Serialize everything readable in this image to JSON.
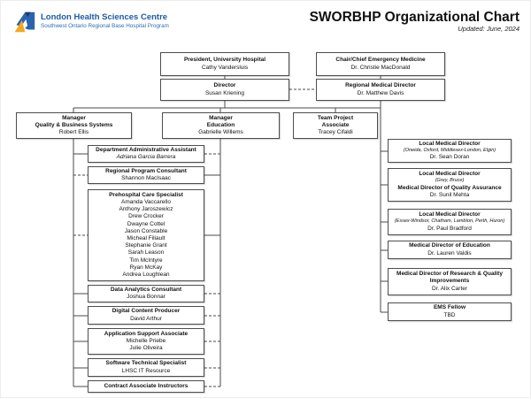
{
  "header": {
    "logo_org_name": "London Health Sciences Centre",
    "logo_program_name": "Southwest Ontario Regional Base Hospital Program",
    "title": "SWORBHP Organizational Chart",
    "updated": "Updated: June, 2024",
    "colors": {
      "logo_blue": "#2b64ad",
      "logo_navy": "#1b3a66",
      "logo_orange": "#f5a81c",
      "text_blue": "#1d5ba5"
    }
  },
  "chart": {
    "president": {
      "title": "President, University Hospital",
      "name": "Cathy Vandersluis"
    },
    "chair": {
      "title": "Chair/Chief Emergency Medicine",
      "name": "Dr. Christie MacDonald"
    },
    "director": {
      "title": "Director",
      "name": "Susan Kriening"
    },
    "regional_medical_director": {
      "title": "Regional Medical Director",
      "name": "Dr. Matthew Davis"
    },
    "manager_quality": {
      "title_lines": [
        "Manager",
        "Quality & Business Systems"
      ],
      "name": "Robert Ellis"
    },
    "manager_education": {
      "title_lines": [
        "Manager",
        "Education"
      ],
      "name": "Gabrielle Willems"
    },
    "team_project_associate": {
      "title_lines": [
        "Team Project",
        "Associate"
      ],
      "name": "Tracey Cifaldi"
    },
    "left_column": [
      {
        "title": "Department Administrative Assistant",
        "name": "Adriana Garcia Barrera"
      },
      {
        "title": "Regional Program Consultant",
        "names": [
          "Shannon MacIsaac"
        ]
      },
      {
        "title": "Prehospital Care Specialist",
        "names": [
          "Amanda Vaccarello",
          "Anthony Jaroszewicz",
          "Drew Crocker",
          "Dwayne Cottel",
          "Jason Constable",
          "Micheal Filiault",
          "Stephanie Grant",
          "Sarah Leason",
          "Tim McIntyre",
          "Ryan McKay",
          "Andrea Loughlean"
        ]
      },
      {
        "title": "Data Analytics Consultant",
        "names": [
          "Joshua Bonnar"
        ]
      },
      {
        "title": "Digital Content Producer",
        "names": [
          "David Arthur"
        ]
      },
      {
        "title": "Application Support Associate",
        "names": [
          "Michelle Priebe",
          "Julie Oliveira"
        ]
      },
      {
        "title": "Software Technical Specialist",
        "names": [
          "LHSC IT Resource"
        ]
      },
      {
        "title": "Contract Associate Instructors",
        "names": []
      }
    ],
    "right_column": [
      {
        "title": "Local Medical Director",
        "subtitle": "(Oneida, Oxford, Middlesex-London, Elgin)",
        "names": [
          "Dr. Sean Doran"
        ]
      },
      {
        "title": "Local Medical Director",
        "subtitle": "(Grey, Bruce)",
        "title2": "Medical Director of Quality Assurance",
        "names": [
          "Dr. Sunil Mehta"
        ]
      },
      {
        "title": "Local Medical Director",
        "subtitle": "(Essex-Windsor, Chatham, Lambton, Perth, Huron)",
        "names": [
          "Dr. Paul Bradford"
        ]
      },
      {
        "title": "Medical Director of Education",
        "names": [
          "Dr. Lauren Valdis"
        ]
      },
      {
        "title": "Medical Director of Research & Quality Improvements",
        "names": [
          "Dr. Alix Carter"
        ]
      },
      {
        "title": "EMS Fellow",
        "names": [
          "TBD"
        ]
      }
    ]
  }
}
